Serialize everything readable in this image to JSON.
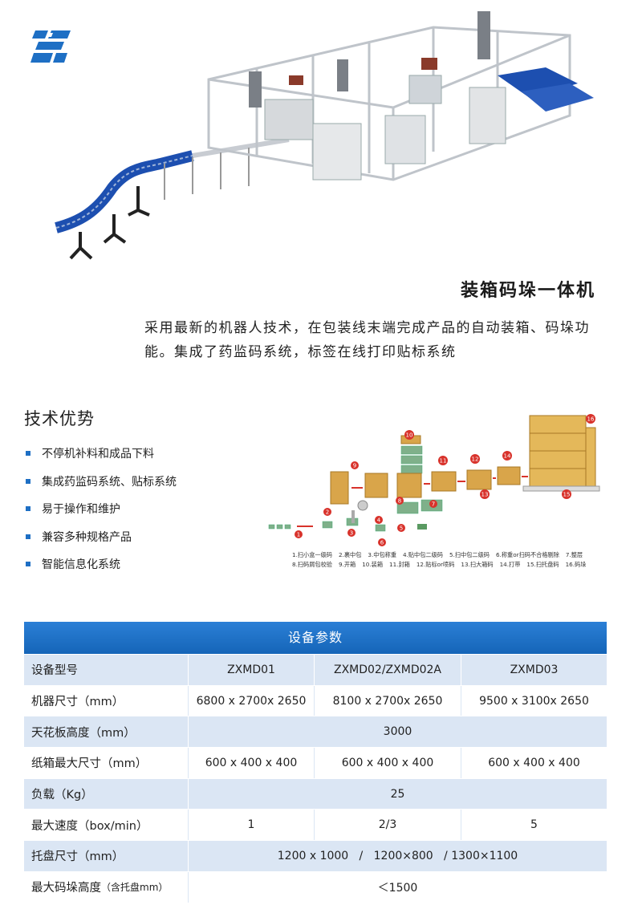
{
  "product": {
    "title": "装箱码垛一体机",
    "description": "采用最新的机器人技术，在包装线末端完成产品的自动装箱、码垛功能。集成了药监码系统，标签在线打印贴标系统"
  },
  "advantages": {
    "title": "技术优势",
    "items": [
      "不停机补料和成品下料",
      "集成药监码系统、贴标系统",
      "易于操作和维护",
      "兼容多种规格产品",
      "智能信息化系统"
    ]
  },
  "process": {
    "step_numbers": [
      "1",
      "2",
      "3",
      "4",
      "5",
      "6",
      "7",
      "8",
      "9",
      "10",
      "11",
      "12",
      "13",
      "14",
      "15",
      "16"
    ],
    "legend_row1": [
      "1.扫小盒一级码",
      "2.裹中包",
      "3.中包称重",
      "4.贴中包二级码",
      "5.扫中包二级码",
      "6.称重or扫码不合格剔除",
      "7.整层"
    ],
    "legend_row2": [
      "8.扫码屑包校验",
      "9.开箱",
      "10.装箱",
      "11.封箱",
      "12.贴标or喷码",
      "13.扫大箱码",
      "14.打带",
      "15.扫托盘码",
      "16.码垛"
    ]
  },
  "spec_table": {
    "title": "设备参数",
    "rows": [
      {
        "label": "设备型号",
        "values": [
          "ZXMD01",
          "ZXMD02/ZXMD02A",
          "ZXMD03"
        ]
      },
      {
        "label": "机器尺寸（mm）",
        "values": [
          "6800 x 2700x 2650",
          "8100 x 2700x 2650",
          "9500 x 3100x 2650"
        ]
      },
      {
        "label": "天花板高度（mm）",
        "span": "3000"
      },
      {
        "label": "纸箱最大尺寸（mm）",
        "values": [
          "600 x 400 x 400",
          "600 x 400 x 400",
          "600 x 400 x 400"
        ]
      },
      {
        "label": "负载（Kg）",
        "span": "25"
      },
      {
        "label": "最大速度（box/min）",
        "values": [
          "1",
          "2/3",
          "5"
        ]
      },
      {
        "label": "托盘尺寸（mm）",
        "span": "1200 x 1000   /   1200×800   / 1300×1100"
      },
      {
        "label": "最大码垛高度",
        "label_note": "（含托盘mm）",
        "span": "＜1500"
      }
    ]
  },
  "colors": {
    "brand_blue": "#1e6fc4",
    "header_blue": "#1565b8",
    "row_tint": "#dbe6f4",
    "step_red": "#d8322b",
    "box_tan": "#d9a54a"
  }
}
